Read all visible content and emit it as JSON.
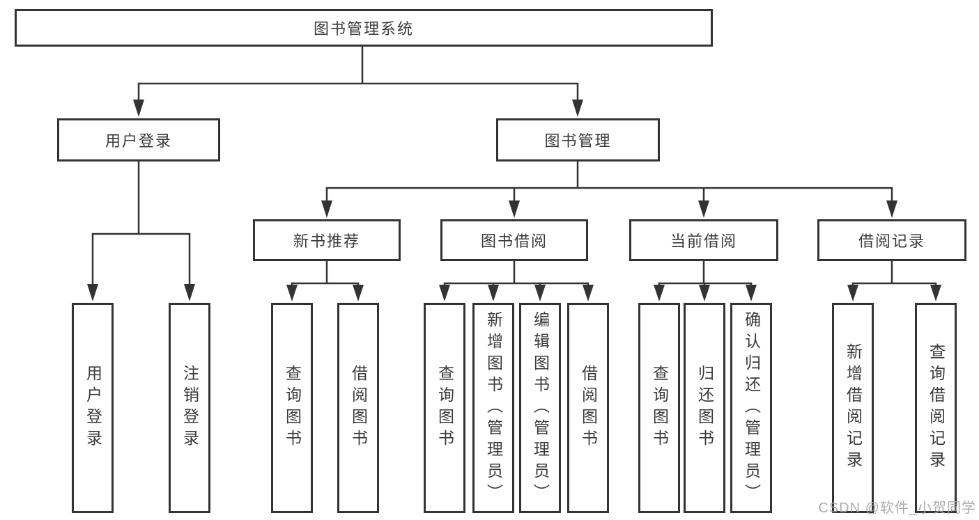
{
  "diagram": {
    "root": {
      "label": "图书管理系统"
    },
    "branches": [
      {
        "label": "用户登录",
        "leaves": [
          {
            "label": "用户登录"
          },
          {
            "label": "注销登录"
          }
        ]
      },
      {
        "label": "图书管理",
        "groups": [
          {
            "label": "新书推荐",
            "leaves": [
              {
                "label": "查询图书"
              },
              {
                "label": "借阅图书"
              }
            ]
          },
          {
            "label": "图书借阅",
            "leaves": [
              {
                "label": "查询图书"
              },
              {
                "label": "新增图书（管理员）"
              },
              {
                "label": "编辑图书（管理员）"
              },
              {
                "label": "借阅图书"
              }
            ]
          },
          {
            "label": "当前借阅",
            "leaves": [
              {
                "label": "查询图书"
              },
              {
                "label": "归还图书"
              },
              {
                "label": "确认归还（管理员）"
              }
            ]
          },
          {
            "label": "借阅记录",
            "leaves": [
              {
                "label": "新增借阅记录"
              },
              {
                "label": "查询借阅记录"
              }
            ]
          }
        ]
      }
    ]
  },
  "watermark": {
    "text": "CSDN @软件_小贺同学"
  },
  "colors": {
    "line": "#333333",
    "text": "#3a3a3a",
    "watermark": "#a3a3a3",
    "background": "#ffffff"
  }
}
